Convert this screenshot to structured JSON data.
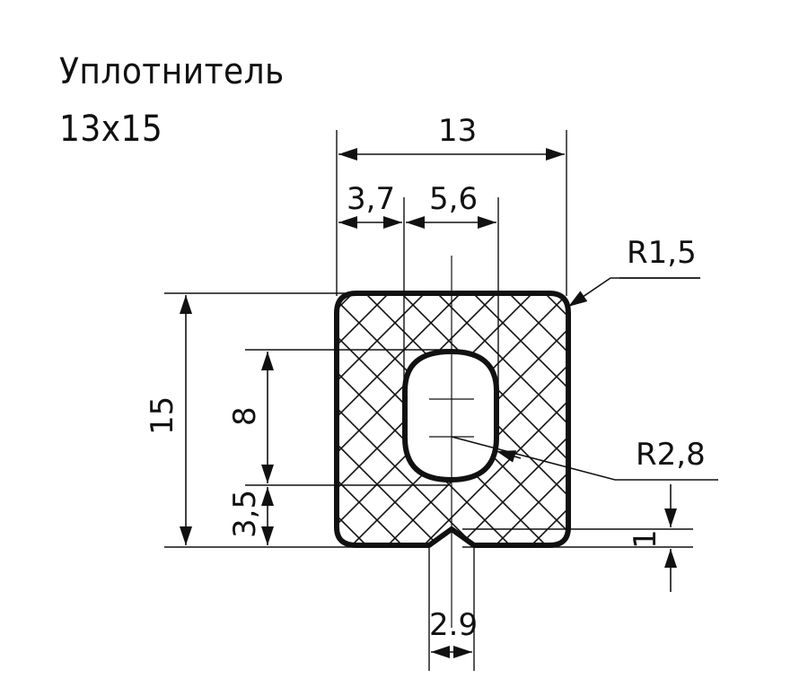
{
  "title": {
    "name": "Уплотнитель",
    "size": "13x15"
  },
  "dimensions": {
    "width": "13",
    "left_offset": "3,7",
    "hole_width": "5,6",
    "corner_radius": "R1,5",
    "height": "15",
    "hole_height": "8",
    "bottom_offset": "3,5",
    "hole_radius": "R2,8",
    "groove_depth": "1",
    "groove_width": "2.9"
  }
}
